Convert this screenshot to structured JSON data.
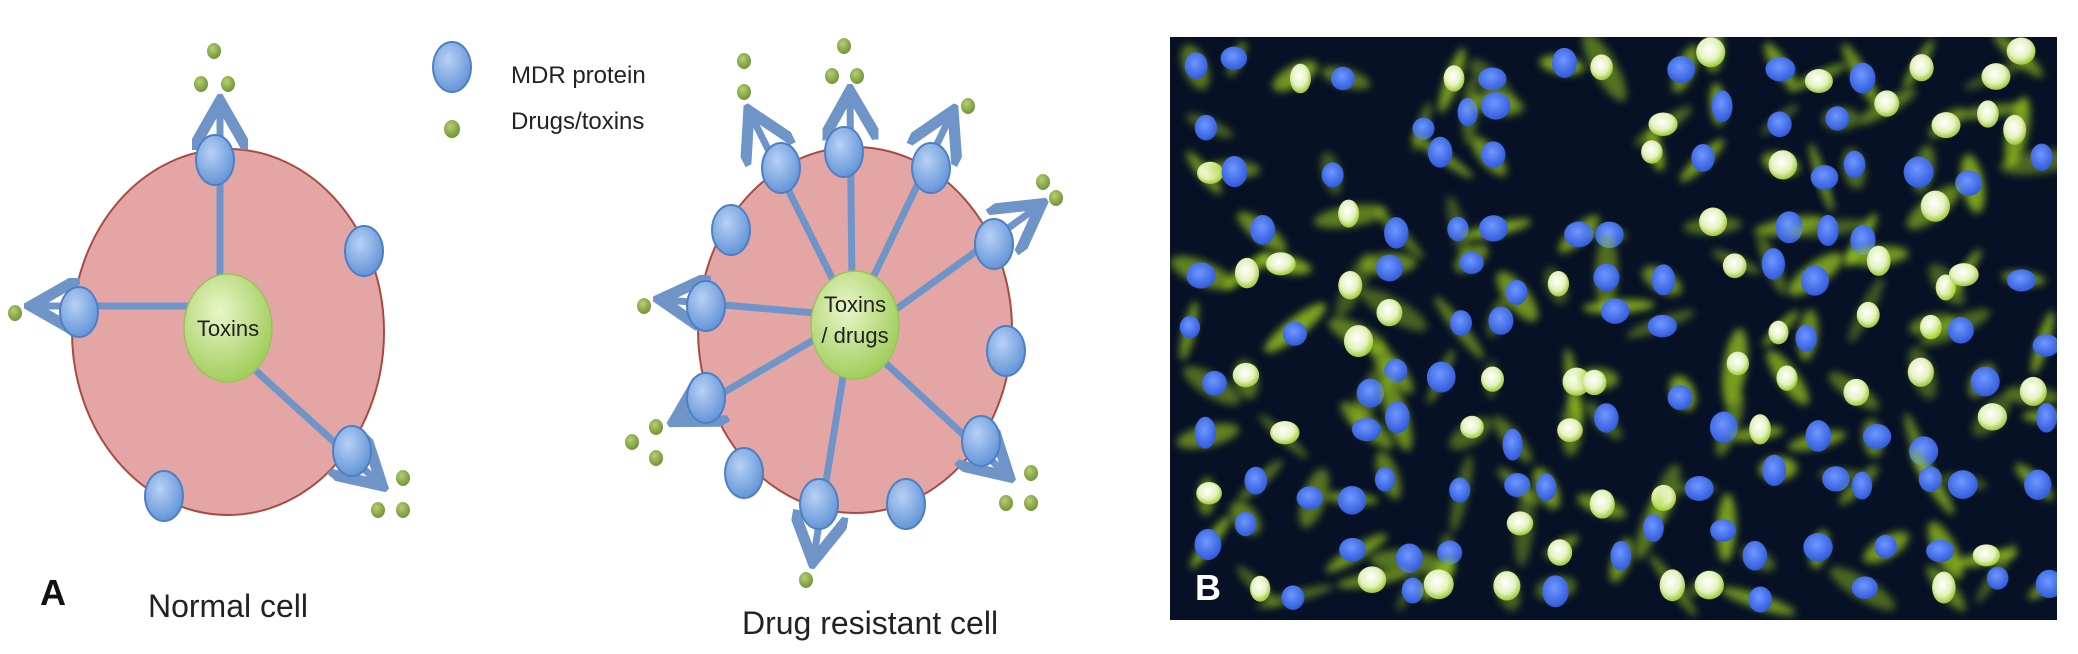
{
  "panel_a": {
    "letter": "A",
    "legend": {
      "protein_label": "MDR protein",
      "drug_label": "Drugs/toxins"
    },
    "normal_cell": {
      "nucleus_label": "Toxins",
      "caption": "Normal cell"
    },
    "resistant_cell": {
      "nucleus_label_line1": "Toxins",
      "nucleus_label_line2": "/ drugs",
      "caption": "Drug resistant cell"
    }
  },
  "panel_b": {
    "letter": "B"
  },
  "colors": {
    "cell_fill": "#e4a6a4",
    "cell_border": "#a84a44",
    "protein": "#7aa7e0",
    "protein_border": "#4d7fc4",
    "nucleus": "#b5d778",
    "arrow": "#6f95c8",
    "drug": "#84a83c",
    "micro_bg": "#061125",
    "micro_nucleus": "#3a6df2",
    "micro_cyto": "#a6d61e"
  }
}
